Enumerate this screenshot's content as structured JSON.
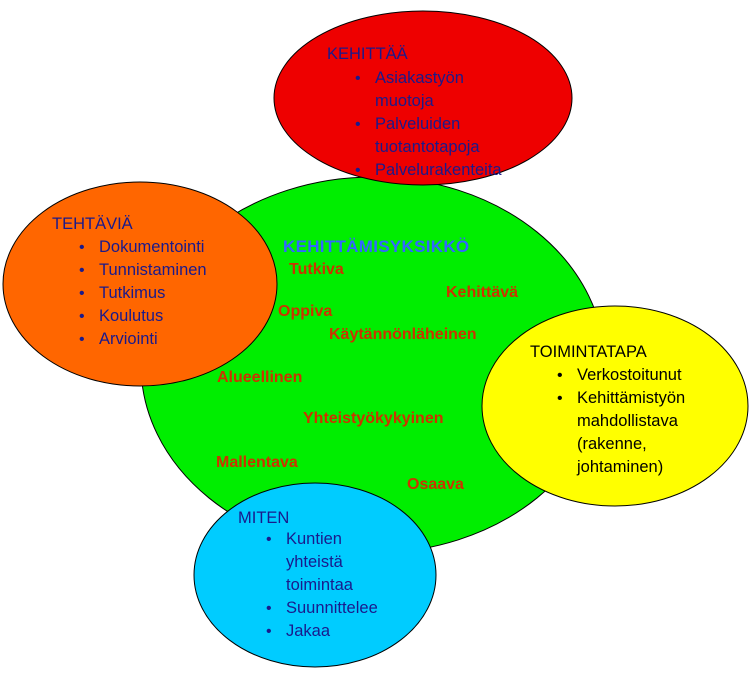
{
  "center": {
    "title": "KEHITTÄMISYKSIKKÖ",
    "attributes": [
      "Tutkiva",
      "Kehittävä",
      "Oppiva",
      "Käytännönläheinen",
      "Alueellinen",
      "Yhteistyökykyinen",
      "Mallentava",
      "Osaava"
    ]
  },
  "kehittaa": {
    "title": "KEHITTÄÄ",
    "items": [
      "Asiakastyön muotoja",
      "Palveluiden tuotantotapoja",
      "Palvelurakenteita"
    ],
    "lines": [
      "Asiakastyön",
      "muotoja",
      "Palveluiden",
      "tuotantotapoja",
      "Palvelurakenteita"
    ]
  },
  "tehtavia": {
    "title": "TEHTÄVIÄ",
    "items": [
      "Dokumentointi",
      "Tunnistaminen",
      "Tutkimus",
      "Koulutus",
      "Arviointi"
    ]
  },
  "toimintatapa": {
    "title": "TOIMINTATAPA",
    "lines": [
      "Verkostoitunut",
      "Kehittämistyön",
      "mahdollistava",
      "(rakenne,",
      "johtaminen)"
    ]
  },
  "miten": {
    "title": "MITEN",
    "lines": [
      "Kuntien",
      "yhteistä",
      "toimintaa",
      "Suunnittelee",
      "Jakaa"
    ]
  },
  "colors": {
    "green": "#00ee00",
    "red": "#ee0000",
    "orange": "#ff6600",
    "yellow": "#ffff00",
    "cyan": "#00ccff",
    "center_title": "#3366ff",
    "attribute_text": "#cc3300"
  }
}
